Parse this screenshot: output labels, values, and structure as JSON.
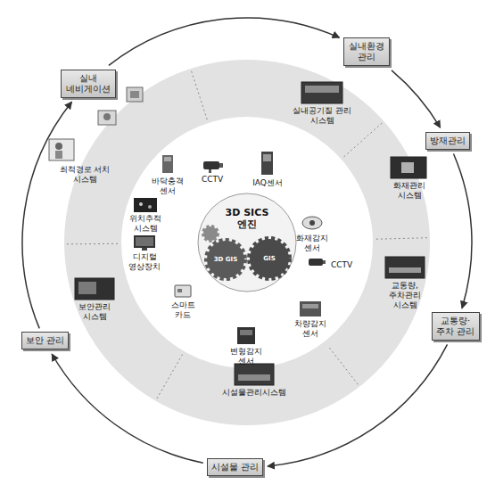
{
  "diagram": {
    "nodes": [
      {
        "text": [
          "실내환경 관리"
        ]
      },
      {
        "text": [
          "방재관리"
        ]
      },
      {
        "text": [
          "교통량· 주차 관리"
        ]
      },
      {
        "text": [
          "시설물 관리"
        ]
      },
      {
        "text": [
          "보안 관리"
        ]
      },
      {
        "text": [
          "실내 네비게이션"
        ]
      },
      {
        "text": [
          "실내공기질 관리 시스템"
        ]
      },
      {
        "text": [
          "화재관리 시스템"
        ]
      },
      {
        "text": [
          "교통량, 주차관리 시스템"
        ]
      },
      {
        "text": [
          "시설물관리시스템"
        ]
      },
      {
        "text": [
          "보안관리 시스템"
        ]
      },
      {
        "text": [
          "최적경로 서치 시스템"
        ]
      },
      {
        "text": [
          "바닥충격 센서"
        ]
      },
      {
        "text": [
          "CCTV"
        ]
      },
      {
        "text": [
          "IAQ센서"
        ]
      },
      {
        "text": [
          "화재감지 센서"
        ]
      },
      {
        "text": [
          "CCTV"
        ]
      },
      {
        "text": [
          "차량감지 센서"
        ]
      },
      {
        "text": [
          "변형감지 센서"
        ]
      },
      {
        "text": [
          "스마트 카드"
        ]
      },
      {
        "text": [
          "디지털 영상장치"
        ]
      },
      {
        "text": [
          "위치추적 시스템"
        ]
      },
      {
        "text": [
          "3D SICS 엔진"
        ]
      }
    ],
    "edges": [
      {
        "from": 5,
        "to": 0,
        "arrow": "to"
      },
      {
        "from": 0,
        "to": 1,
        "arrow": "to"
      },
      {
        "from": 1,
        "to": 2,
        "arrow": "to"
      },
      {
        "from": 2,
        "to": 3,
        "arrow": "to"
      },
      {
        "from": 3,
        "to": 4,
        "arrow": "to"
      },
      {
        "from": 4,
        "to": 5,
        "arrow": "to"
      }
    ],
    "labels": [
      "3D GIS",
      "GIS"
    ]
  }
}
